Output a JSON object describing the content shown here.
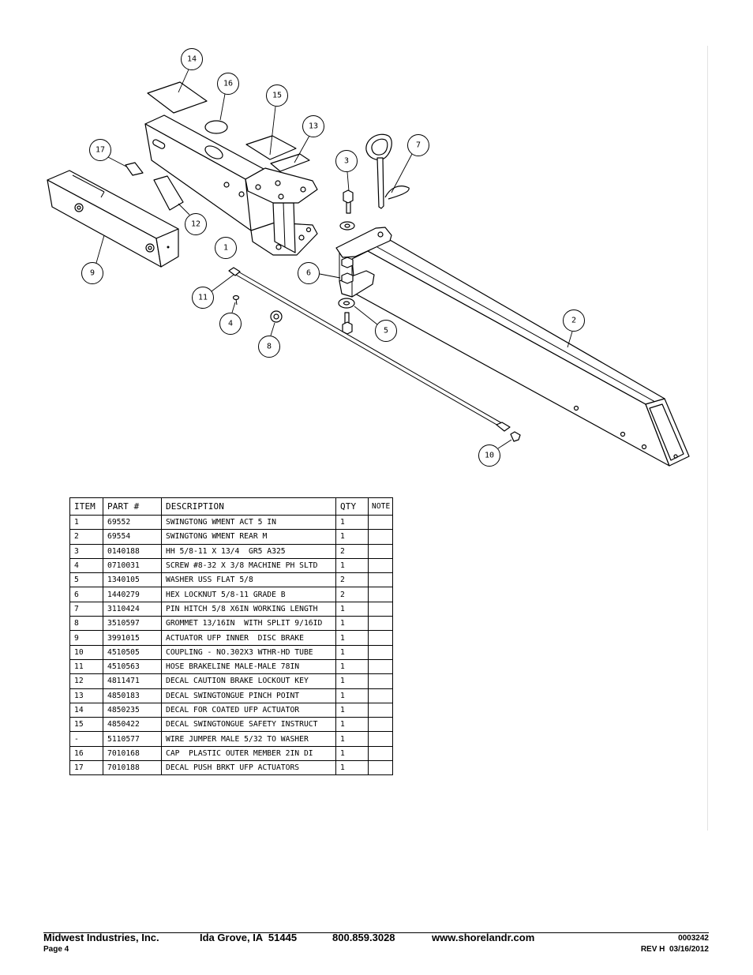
{
  "diagram": {
    "callouts": [
      "14",
      "16",
      "15",
      "13",
      "17",
      "3",
      "7",
      "12",
      "1",
      "9",
      "6",
      "11",
      "2",
      "4",
      "5",
      "8",
      "10"
    ]
  },
  "parts_table": {
    "headers": {
      "item": "ITEM",
      "part": "PART #",
      "description": "DESCRIPTION",
      "qty": "QTY",
      "note": "NOTE"
    },
    "rows": [
      {
        "item": "1",
        "part": "69552",
        "description": "SWINGTONG WMENT ACT 5 IN",
        "qty": "1"
      },
      {
        "item": "2",
        "part": "69554",
        "description": "SWINGTONG WMENT REAR M",
        "qty": "1"
      },
      {
        "item": "3",
        "part": "0140188",
        "description": "HH 5/8-11 X 13/4  GR5 A325",
        "qty": "2"
      },
      {
        "item": "4",
        "part": "0710031",
        "description": "SCREW #8-32 X 3/8 MACHINE PH SLTD",
        "qty": "1"
      },
      {
        "item": "5",
        "part": "1340105",
        "description": "WASHER USS FLAT 5/8",
        "qty": "2"
      },
      {
        "item": "6",
        "part": "1440279",
        "description": "HEX LOCKNUT 5/8-11 GRADE B",
        "qty": "2"
      },
      {
        "item": "7",
        "part": "3110424",
        "description": "PIN HITCH 5/8 X6IN WORKING LENGTH",
        "qty": "1"
      },
      {
        "item": "8",
        "part": "3510597",
        "description": "GROMMET 13/16IN  WITH SPLIT 9/16ID",
        "qty": "1"
      },
      {
        "item": "9",
        "part": "3991015",
        "description": "ACTUATOR UFP INNER  DISC BRAKE",
        "qty": "1"
      },
      {
        "item": "10",
        "part": "4510505",
        "description": "COUPLING - NO.302X3 WTHR-HD TUBE",
        "qty": "1"
      },
      {
        "item": "11",
        "part": "4510563",
        "description": "HOSE BRAKELINE MALE-MALE 78IN",
        "qty": "1"
      },
      {
        "item": "12",
        "part": "4811471",
        "description": "DECAL CAUTION BRAKE LOCKOUT KEY",
        "qty": "1"
      },
      {
        "item": "13",
        "part": "4850183",
        "description": "DECAL SWINGTONGUE PINCH POINT",
        "qty": "1"
      },
      {
        "item": "14",
        "part": "4850235",
        "description": "DECAL FOR COATED UFP ACTUATOR",
        "qty": "1"
      },
      {
        "item": "15",
        "part": "4850422",
        "description": "DECAL SWINGTONGUE SAFETY INSTRUCT",
        "qty": "1"
      },
      {
        "item": "-",
        "part": "5110577",
        "description": "WIRE JUMPER MALE 5/32 TO WASHER",
        "qty": "1"
      },
      {
        "item": "16",
        "part": "7010168",
        "description": "CAP  PLASTIC OUTER MEMBER 2IN DI",
        "qty": "1"
      },
      {
        "item": "17",
        "part": "7010188",
        "description": "DECAL PUSH BRKT UFP ACTUATORS",
        "qty": "1"
      }
    ]
  },
  "footer": {
    "company": "Midwest Industries, Inc.",
    "location": "Ida Grove, IA  51445",
    "phone": "800.859.3028",
    "website": "www.shorelandr.com",
    "page": "Page 4",
    "doc_number": "0003242",
    "revision": "REV H  03/16/2012"
  }
}
